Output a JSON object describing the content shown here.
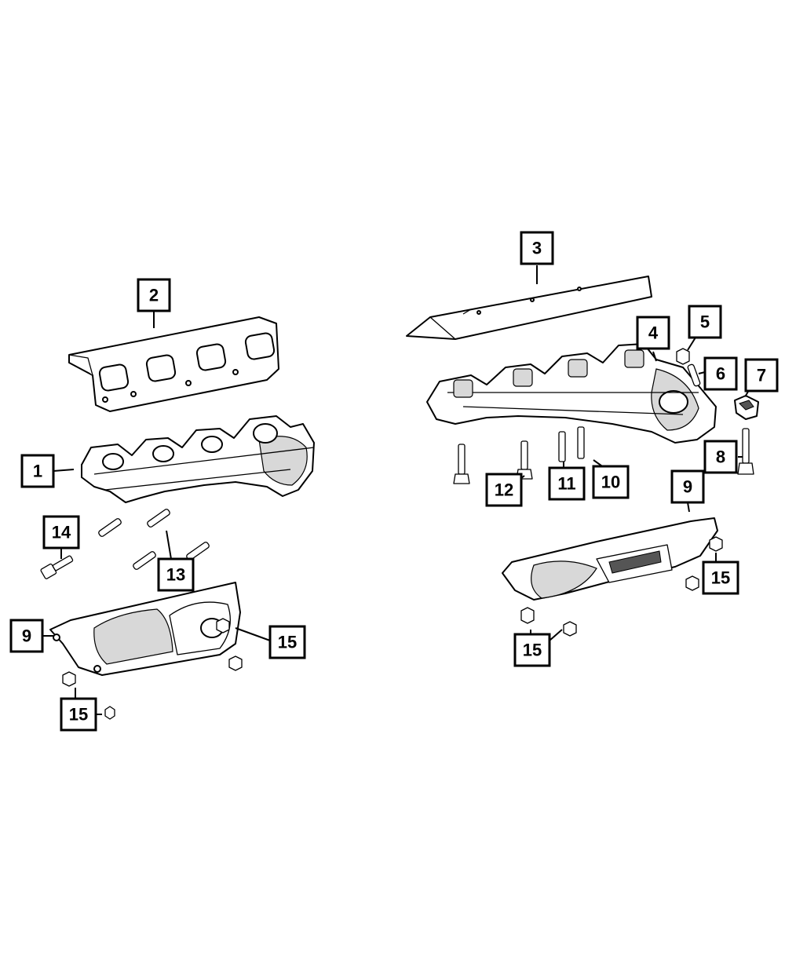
{
  "callouts": {
    "c1": "1",
    "c2": "2",
    "c3": "3",
    "c4": "4",
    "c5": "5",
    "c6": "6",
    "c7": "7",
    "c8": "8",
    "c9_left": "9",
    "c9_right": "9",
    "c10": "10",
    "c11": "11",
    "c12": "12",
    "c13": "13",
    "c14": "14",
    "c15_left_a": "15",
    "c15_left_b": "15",
    "c15_right_a": "15",
    "c15_right_b": "15"
  }
}
